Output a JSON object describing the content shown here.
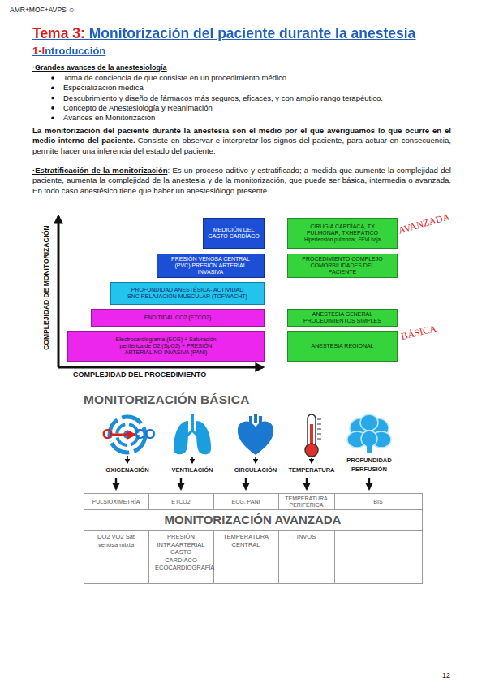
{
  "diagram": {
    "title": "Tema 3: Monitorización del paciente durante la anestesia",
    "nodes": [
      {
        "text": [
          "MEDICIÓN DEL GASTO CARDÍACO"
        ]
      },
      {
        "text": [
          "CIRUGÍA CARDÍACA, TX PULMONAR, TXHEPÁTICO",
          "Hipertensión pulmonar, FEVI baja"
        ]
      },
      {
        "text": [
          "PRESIÓN VENOSA CENTRAL (PVC) PRESIÓN ARTERIAL INVASIVA"
        ]
      },
      {
        "text": [
          "PROCEDIMIENTO COMPLEJO COMORBILIDADES DEL PACIENTE"
        ]
      },
      {
        "text": [
          "PROFUNDIDAD ANESTÉSICA- ACTIVIDAD SNC RELAJACIÓN MUSCULAR (TOFWACHT)"
        ]
      },
      {
        "text": [
          "END TIDAL CO2 (ETCO2)"
        ]
      },
      {
        "text": [
          "ANESTESIA GENERAL PROCEDIMIENTOS SIMPLES"
        ]
      },
      {
        "text": [
          "Electrocardiograma (ECG) + Saturación periférica de O2 (SpO2) + PRESIÓN ARTERIAL NO INVASIVA (PANI)"
        ]
      },
      {
        "text": [
          "ANESTESIA REGIONAL"
        ]
      }
    ],
    "labels": [
      "AMR+MOF+AVPS ☺",
      "1-Introducción",
      "·Grandes avances de la anestesiología",
      "Toma de conciencia de que consiste en un procedimiento médico.",
      "Especialización médica",
      "Descubrimiento y diseño de fármacos más seguros, eficaces, y con amplio rango terapéutico.",
      "Concepto de Anestesiología y Reanimación",
      "Avances en Monitorización",
      "La monitorización del paciente durante la anestesia son el medio por el que averiguamos lo que ocurre en el medio interno del paciente.",
      "Consiste en observar e interpretar los signos del paciente, para actuar en consecuencia, permite hacer una inferencia del estado del paciente.",
      "·Estratificación de la monitorización",
      ": Es un proceso aditivo y estratificado; a medida que aumente la complejidad del paciente, aumenta la complejidad de la anestesia y de la monitorización, que puede ser básica, intermedia o avanzada. En todo caso anestésico tiene que haber un anestesiólogo presente.",
      "COMPLEJIDAD DE MONITORIZACIÓN",
      "COMPLEJIDAD DEL PROCEDIMIENTO",
      "AVANZADA",
      "BÁSICA",
      "MONITORIZACIÓN BÁSICA",
      "O",
      "CO",
      "OXIGENACIÓN",
      "VENTILACIÓN",
      "CIRCULACIÓN",
      "TEMPERATURA",
      "PROFUNDIDAD PERFUSIÓN",
      "PULSIOXIMETRÍA",
      "ETCO2",
      "ECG. PANI",
      "TEMPERATURA PERIFÉRICA",
      "BIS",
      "MONITORIZACIÓN AVANZADA",
      "DO2 VO2 Sat venosa mixta",
      "PRESIÓN INTRAARTERIAL GASTO CARDÍACO ECOCARDIOGRAFÍA",
      "TEMPERATURA CENTRAL",
      "INVOS",
      "12"
    ]
  }
}
